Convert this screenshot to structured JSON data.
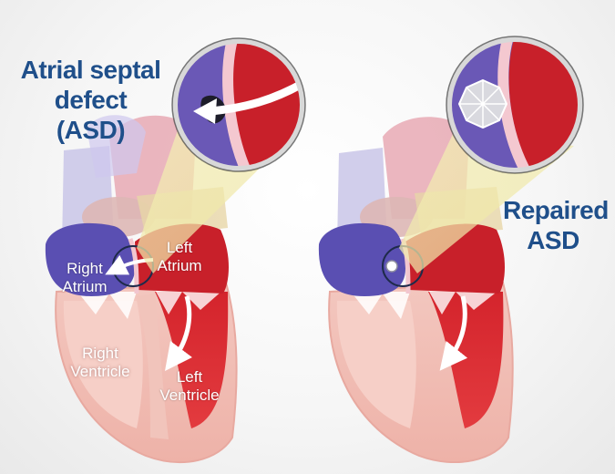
{
  "left_panel": {
    "title_lines": [
      "Atrial septal",
      "defect (ASD)"
    ],
    "labels": {
      "right_atrium": [
        "Right",
        "Atrium"
      ],
      "left_atrium": [
        "Left",
        "Atrium"
      ],
      "right_ventricle": [
        "Right",
        "Ventricle"
      ],
      "left_ventricle": [
        "Left",
        "Ventricle"
      ]
    }
  },
  "right_panel": {
    "title_lines": [
      "Repaired",
      "ASD"
    ]
  },
  "colors": {
    "title_blue": "#1f4f8a",
    "atrium_blue": "#5a4fb2",
    "atrium_red": "#c8202a",
    "ventricle_pink": "#f0b9b0",
    "septum_pink": "#f2c6cf"
  }
}
